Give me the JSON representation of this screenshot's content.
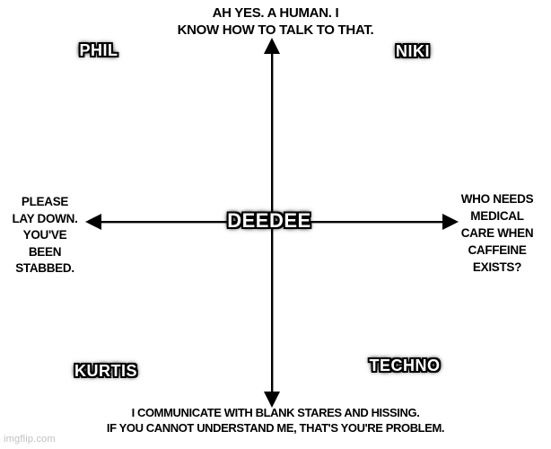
{
  "meme": {
    "top_pole": {
      "line1": "AH YES. A HUMAN. I",
      "line2": "KNOW HOW TO TALK TO THAT."
    },
    "left_pole": {
      "line1": "PLEASE",
      "line2": "LAY DOWN.",
      "line3": "YOU'VE",
      "line4": "BEEN STABBED."
    },
    "right_pole": {
      "line1": "WHO NEEDS",
      "line2": "MEDICAL",
      "line3": "CARE WHEN",
      "line4": "CAFFEINE EXISTS?"
    },
    "bottom_pole": {
      "line1": "I COMMUNICATE WITH BLANK STARES AND HISSING.",
      "line2": "IF YOU CANNOT UNDERSTAND ME, THAT'S YOU'RE PROBLEM."
    },
    "names": {
      "center": "DEEDEE",
      "top_left": "PHIL",
      "top_right": "NIKI",
      "bottom_left": "KURTIS",
      "bottom_right": "TECHNO"
    },
    "watermark": "imgflip.com"
  },
  "colors": {
    "background": "#ffffff",
    "axis": "#000000",
    "pole_text": "#000000",
    "name_fill": "#ffffff",
    "name_outline": "#000000",
    "watermark": "#c0c0c0"
  }
}
